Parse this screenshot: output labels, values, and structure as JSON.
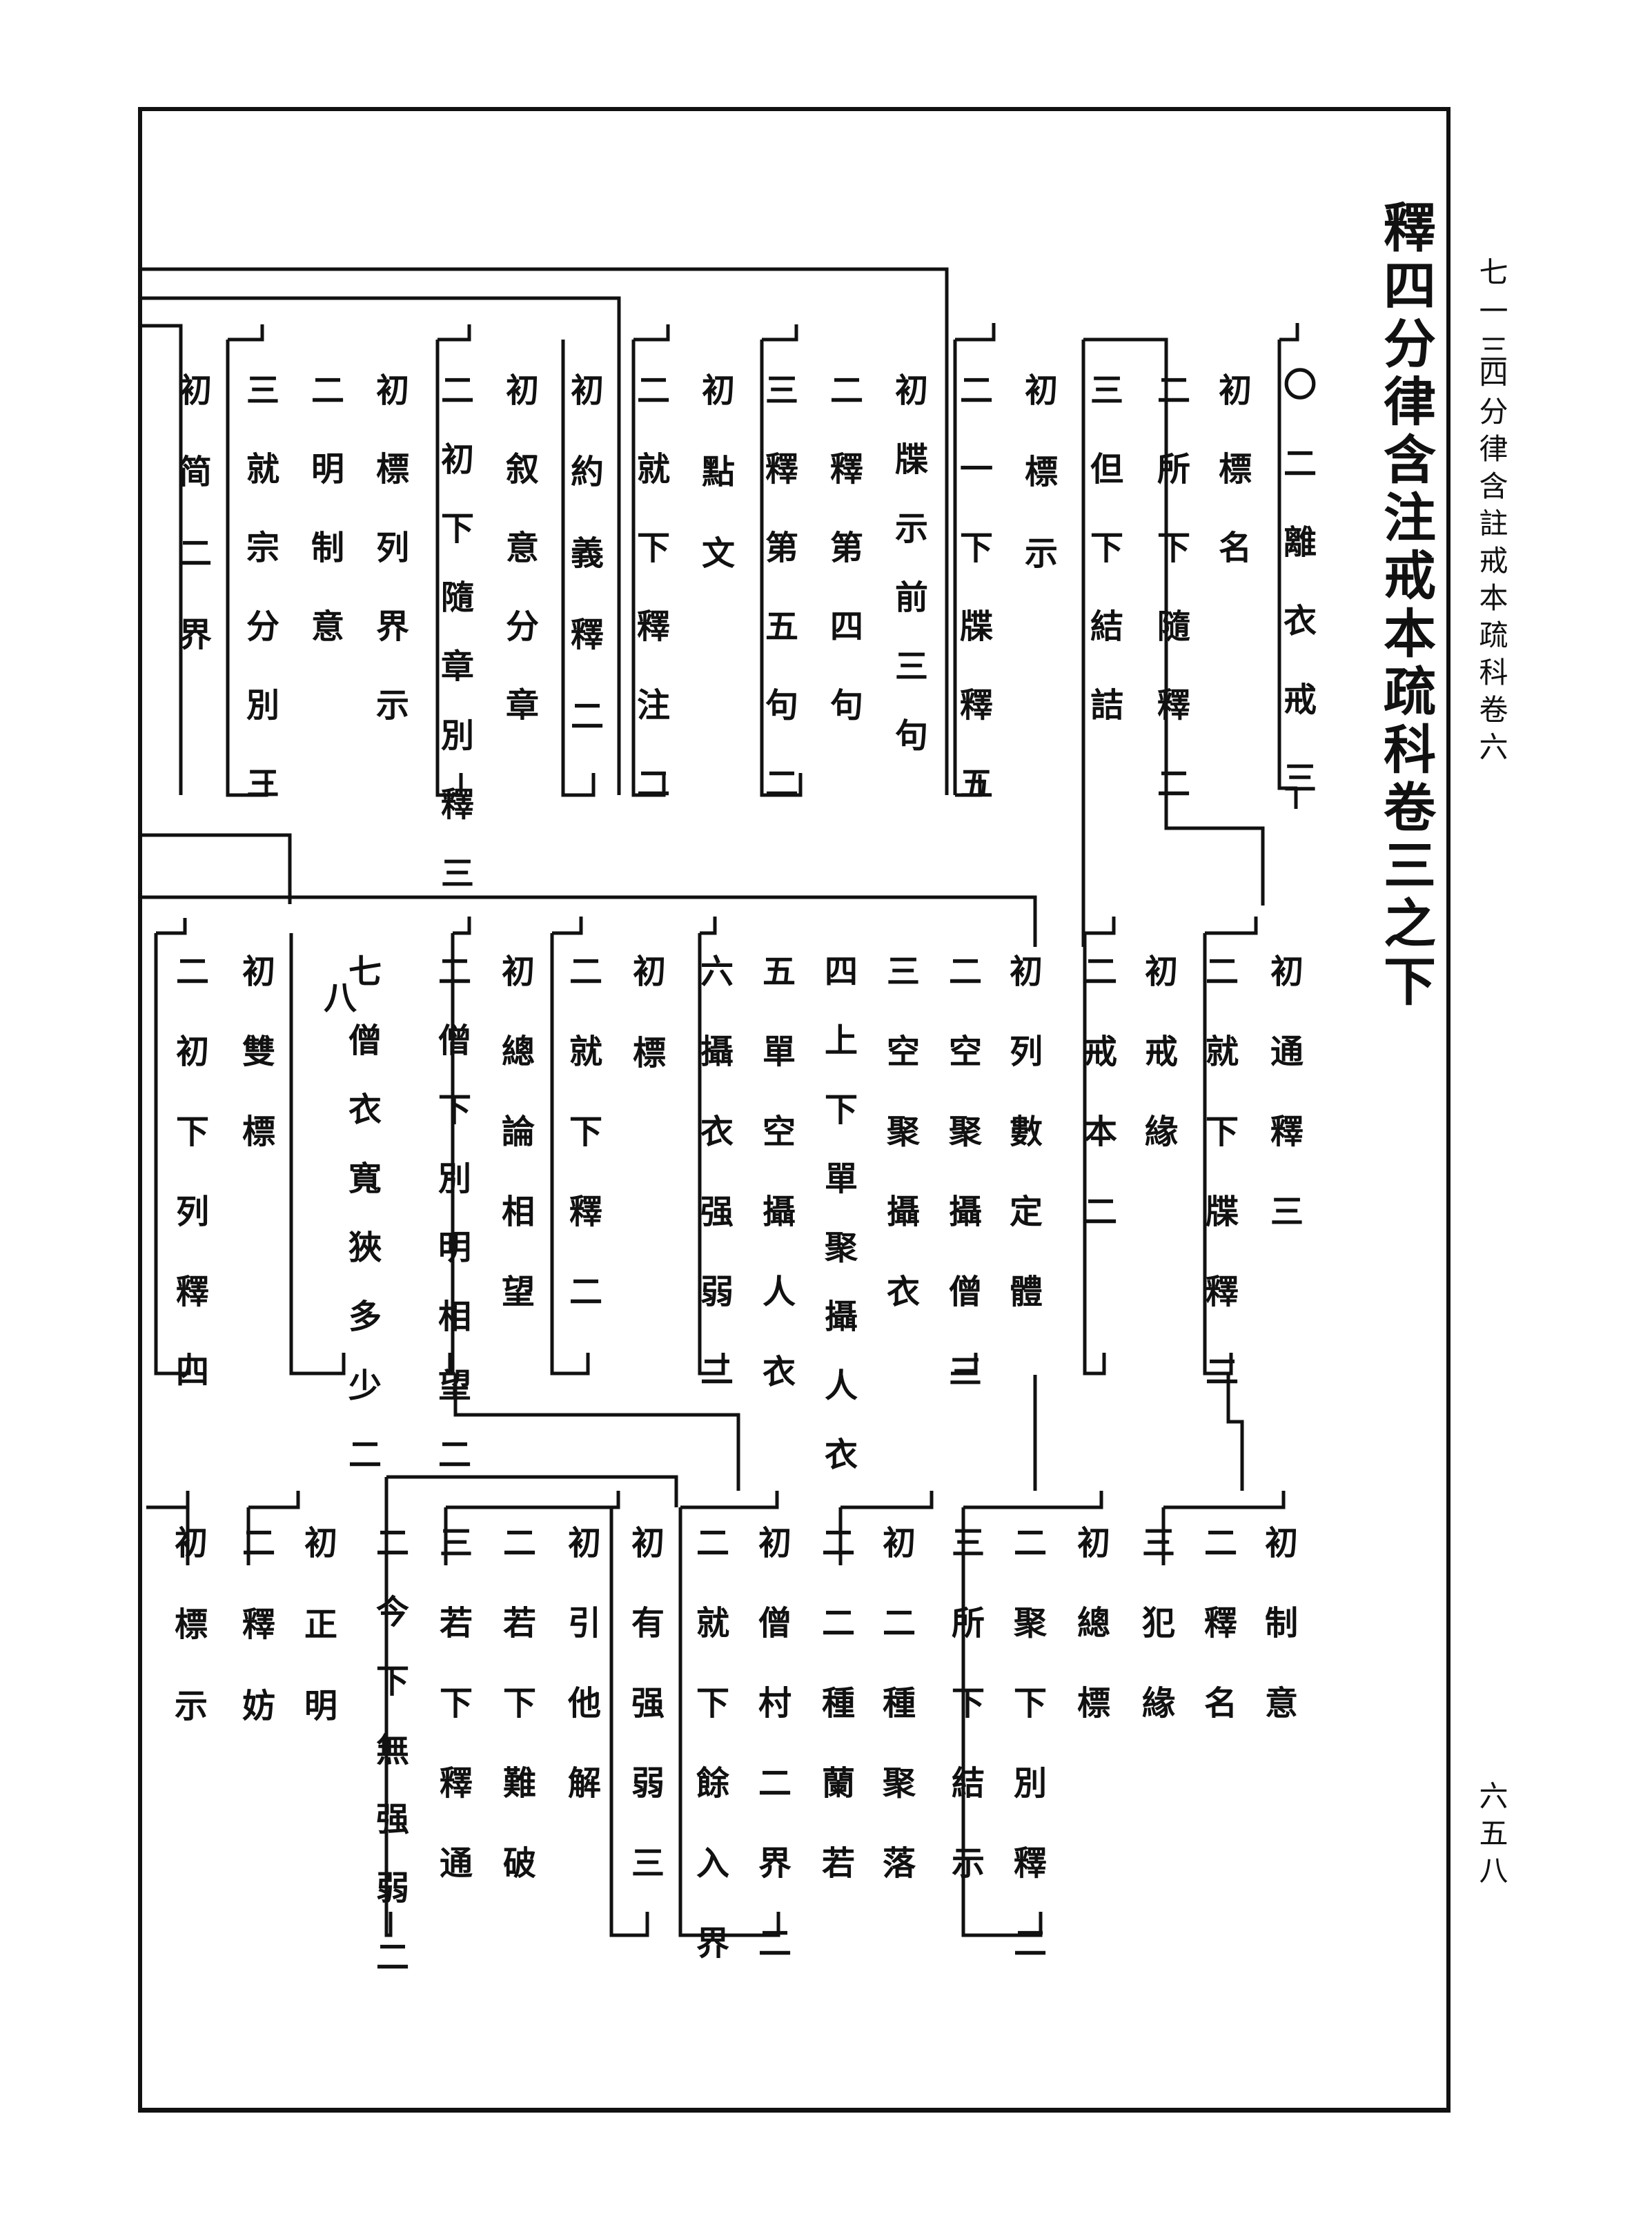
{
  "margin": {
    "volume": "七一三",
    "book": "四分律含註戒本疏科卷六",
    "page": "六五八"
  },
  "chapter_title": "釋四分律含注戒本疏科卷三之下",
  "band1": [
    "〇二離衣戒三",
    "初標名",
    "二所下隨釋二",
    "三但下結詰",
    "初標示",
    "二一下牒釋五",
    "初牒示前三句",
    "二釋第四句",
    "三釋第五句二",
    "初點文",
    "二就下釋注二",
    "初約義釋二",
    "初叙意分章",
    "二初下隨章別釋三",
    "初標列界示",
    "二明制意",
    "三就宗分別三",
    "初简二界"
  ],
  "band2": [
    "初通釋三",
    "二就下牒釋二",
    "初戒緣",
    "二戒本二",
    "初列數定體",
    "二空聚攝僧三",
    "三空聚攝衣",
    "四上下單聚攝人衣",
    "五單空攝人衣",
    "六攝衣强弱二",
    "初標",
    "二就下釋二",
    "初總論相望",
    "二僧下別明相望二",
    "七僧衣寬狹多少二",
    "八",
    "初雙標",
    "二初下列釋四"
  ],
  "band3": [
    "初制意",
    "二釋名",
    "三犯緣",
    "初總標",
    "二聚下別釋二",
    "三所下結示",
    "初二種聚落",
    "二二種蘭若",
    "初僧村二界二",
    "二就下餘入界",
    "初有强弱三",
    "初引他解",
    "二若下難破",
    "三若下釋通",
    "二今下無强弱二",
    "初正明",
    "二釋妨",
    "初標示"
  ]
}
